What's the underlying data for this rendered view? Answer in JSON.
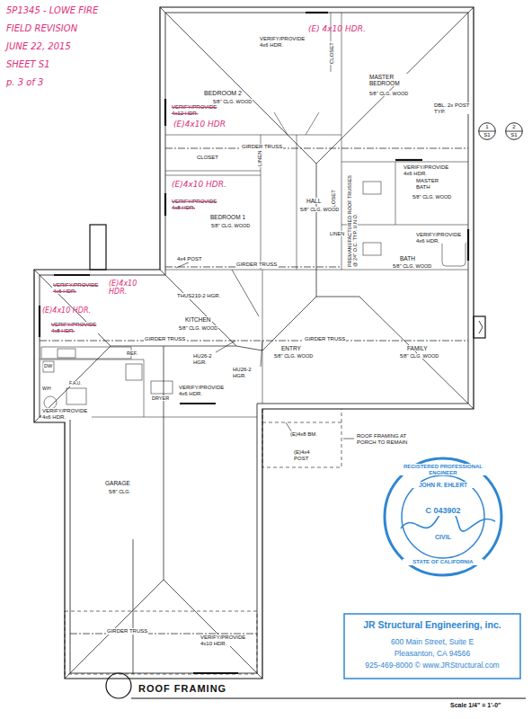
{
  "diagram": {
    "title": "ROOF FRAMING",
    "nodes": [
      {
        "text": [
          "1",
          "S1"
        ]
      },
      {
        "text": [
          "2",
          "S1"
        ]
      },
      {
        "text": [
          "REGISTERED PROFESSIONAL ENGINEER",
          "JOHN R. EHLERT",
          "C 043902",
          "CIVIL",
          "STATE OF CALIFORNIA"
        ]
      },
      {
        "text": [
          "JR Structural Engineering, inc.",
          "600 Main Street, Suite E",
          "Pleasanton, CA 94566",
          "925-469-8000 © www.JRStructural.com"
        ]
      }
    ],
    "labels": [
      "5P1345 - LOWE FIRE",
      "FIELD REVISION",
      "JUNE 22, 2015",
      "SHEET S1",
      "p. 3 of 3",
      "VERIFY/PROVIDE 4x6 HDR.",
      "(E) 4x10 HDR.",
      "CLOSET",
      "BEDROOM 2",
      "5/8\" CLG. WOOD",
      "GIRDER TRUSS",
      "MASTER BEDROOM",
      "5/8\" CLG. WOOD",
      "VERIFY/PROVIDE 4x12 HDR.",
      "(E)4x10 HDR",
      "DBL. 2x POST TYP.",
      "CLOSET",
      "LINEN",
      "VERIFY/PROVIDE 4x6 HDR.",
      "MASTER BATH",
      "5/8\" CLG. WOOD",
      "CLOSET",
      "HALL",
      "5/8\" CLG. WOOD",
      "PREMANUFACTURED ROOF TRUSSES @ 24\" O.C. TYP. U.N.O.",
      "LINEN",
      "VERIFY/PROVIDE 4x6 HDR.",
      "BATH",
      "5/8\" CLG. WOOD",
      "VERIFY/PROVIDE 4x8 HDR.",
      "(E)4x10 HDR.",
      "BEDROOM 1",
      "5/8\" CLG. WOOD",
      "4x4 POST",
      "GIRDER TRUSS",
      "VERIFY/PROVIDE 4x6 HDR.",
      "(E)4x10 HDR.",
      "THUS210-2 HGR.",
      "(E)4x10 HDR.",
      "VERIFY/PROVIDE 4x8 HDR.",
      "KITCHEN",
      "5/8\" CLG. WOOD",
      "GIRDER TRUSS",
      "HU26-2 HGR.",
      "HU26-2 HGR.",
      "ENTRY",
      "GIRDER TRUSS",
      "5/8\" CLG. WOOD",
      "FAMILY",
      "5/8\" CLG. WOOD",
      "DW",
      "REF.",
      "W/H",
      "F.A.U.",
      "DRYER",
      "VERIFY/PROVIDE 4x6 HDR.",
      "VERIFY/PROVIDE 4x6 HDR.",
      "(E)4x8 BM.",
      "(E)4x4 POST",
      "ROOF FRAMING AT PORCH TO REMAIN",
      "GARAGE",
      "5/8\" CLG.",
      "GIRDER TRUSS",
      "VERIFY/PROVIDE 4x10 HDR.",
      "Scale 1/4\" = 1'-0\""
    ]
  }
}
